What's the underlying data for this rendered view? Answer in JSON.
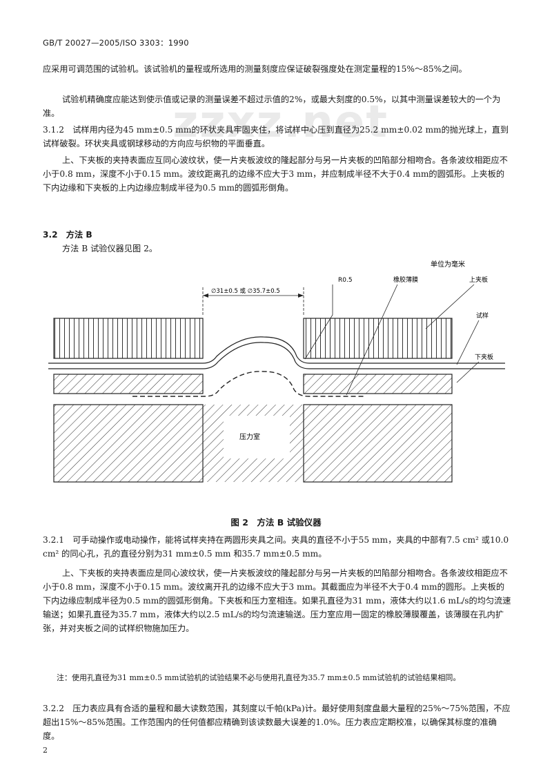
{
  "header": "GB/T 20027—2005/ISO 3303：1990",
  "watermark": "zzxz.net",
  "paragraphs": {
    "p1": "应采用可调范围的试验机。该试验机的量程或所选用的测量刻度应保证破裂强度处在测定量程的15%～85%之间。",
    "p2": "试验机精确度应能达到使示值或记录的测量误差不超过示值的2%，或最大刻度的0.5%，以其中测量误差较大的一个为准。",
    "p3": "3.1.2　试样用内径为45 mm±0.5 mm的环状夹具牢固夹住，将试样中心压到直径为25.2 mm±0.02 mm的抛光球上，直到试样破裂。环状夹具或钢球移动的方向应与织物的平面垂直。",
    "p4": "上、下夹板的夹持表面应互同心波纹状，使一片夹板波纹的隆起部分与另一片夹板的凹陷部分相吻合。各条波纹相距应不小于0.8 mm，深度不小于0.15 mm。波纹距离孔的边缘不应大于3 mm，并应制成半径不大于0.4 mm的圆弧形。上夹板的下内边缘和下夹板的上内边缘应制成半径为0.5 mm的圆弧形倒角。",
    "sec32": "3.2　方法 B",
    "p5": "方法 B 试验仪器见图 2。",
    "p6": "3.2.1　可手动操作或电动操作，能将试样夹持在两圆形夹具之间。夹具的直径不小于55 mm，夹具的中部有7.5 cm² 或10.0 cm² 的同心孔，孔的直径分别为31 mm±0.5 mm 和35.7 mm±0.5 mm。",
    "p7": "上、下夹板的夹持表面应是同心波纹状，使一片夹板波纹的隆起部分与另一片夹板的凹陷部分相吻合。各条波纹相距应不小于0.8 mm，深度不小于0.15 mm。波纹离开孔的边缘不应大于3 mm。其截面应为半径不大于0.4 mm的圆形。上夹板的下内边缘应制成半径为0.5 mm的圆弧形倒角。下夹板和压力室相连。如果孔直径为31 mm，液体大约以1.6 mL/s的均匀流速输送；如果孔直径为35.7 mm，液体大约以2.5 mL/s的均匀流速输送。压力室应用一固定的橡胶薄膜覆盖，该薄膜在孔内扩张，并对夹板之间的试样织物施加压力。",
    "note": "注：使用孔直径为31 mm±0.5 mm试验机的试验结果不必与使用孔直径为35.7 mm±0.5 mm试验机的试验结果相同。",
    "p8": "3.2.2　压力表应具有合适的量程和最大读数范围，其刻度以千帕(kPa)计。最好使用刻度盘最大量程的25%～75%范围，不应超出15%～85%范围。工作范围内的任何值都应精确到该读数最大误差的1.0%。压力表应定期校准，以确保其标度的准确度。"
  },
  "figure": {
    "caption": "图 2　方法 B 试验仪器",
    "unit_label": "单位为毫米",
    "labels": {
      "dim": "∅31±0.5 或 ∅35.7±0.5",
      "r05": "R0.5",
      "membrane": "橡胶薄膜",
      "upper_clamp": "上夹板",
      "specimen": "试样",
      "lower_clamp": "下夹板",
      "pressure_chamber": "压力室"
    }
  },
  "page_number": "2"
}
